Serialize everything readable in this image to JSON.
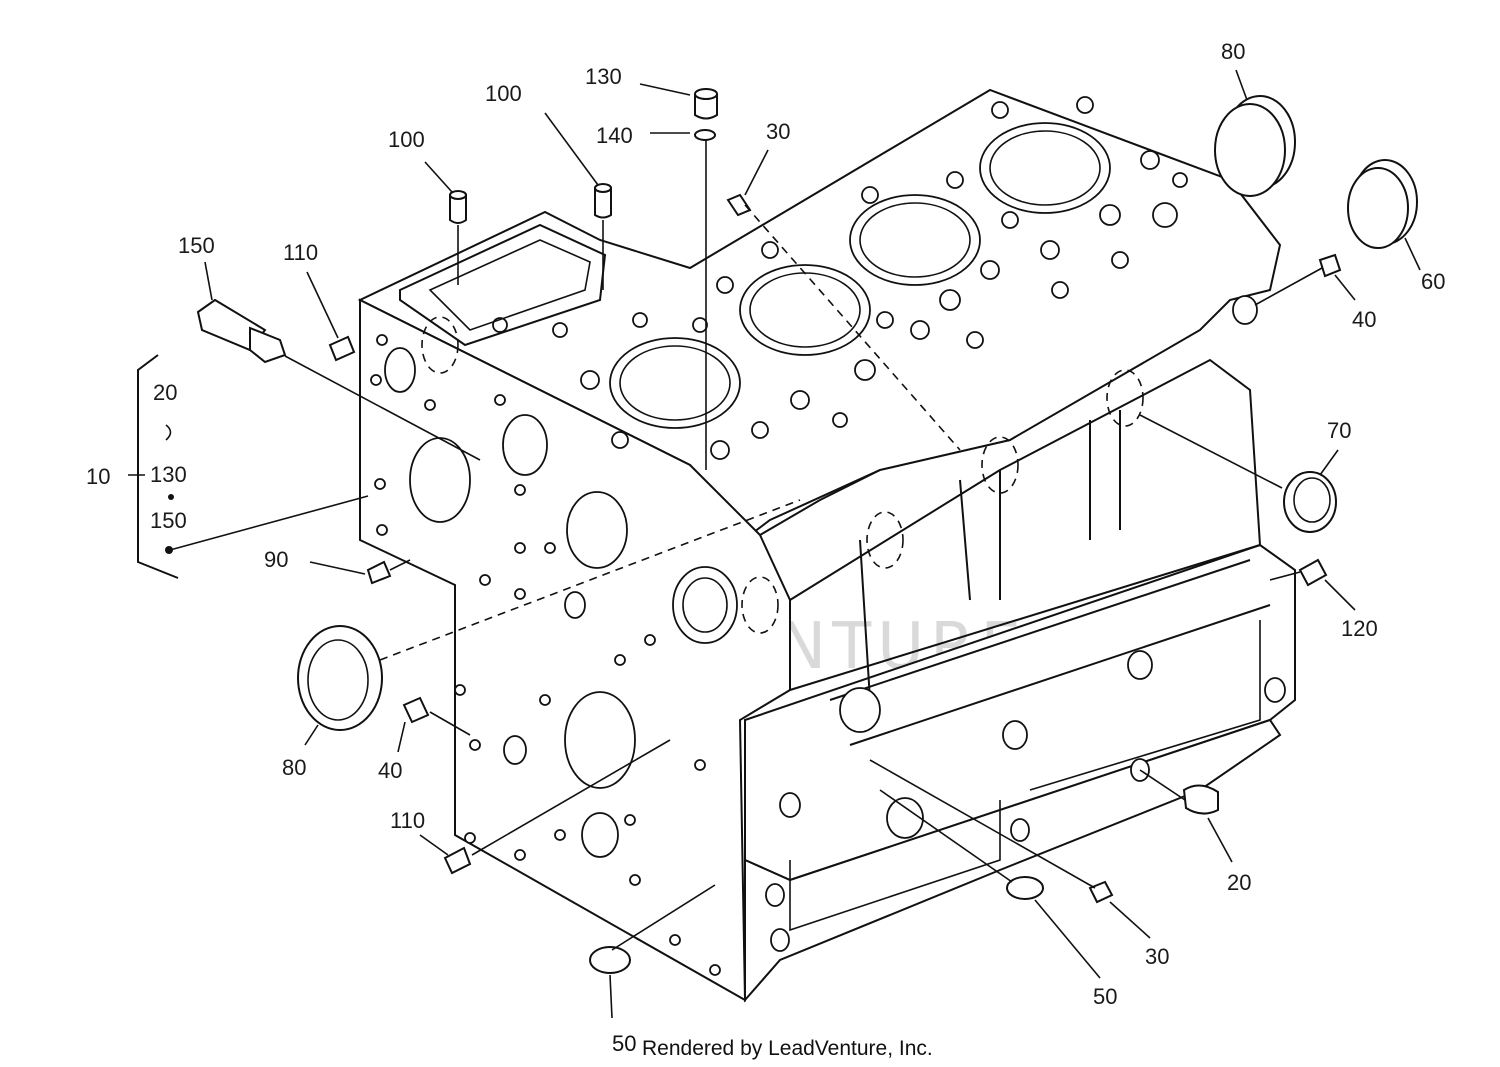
{
  "diagram": {
    "watermark": "LEADVENTURE",
    "footer": {
      "part_number": "50",
      "credit": "Rendered by LeadVenture, Inc."
    },
    "callouts": [
      {
        "id": "c130",
        "text": "130"
      },
      {
        "id": "c100a",
        "text": "100"
      },
      {
        "id": "c100b",
        "text": "100"
      },
      {
        "id": "c140",
        "text": "140"
      },
      {
        "id": "c30a",
        "text": "30"
      },
      {
        "id": "c80a",
        "text": "80"
      },
      {
        "id": "c150",
        "text": "150"
      },
      {
        "id": "c110a",
        "text": "110"
      },
      {
        "id": "c60",
        "text": "60"
      },
      {
        "id": "c40a",
        "text": "40"
      },
      {
        "id": "c70",
        "text": "70"
      },
      {
        "id": "c90",
        "text": "90"
      },
      {
        "id": "c120",
        "text": "120"
      },
      {
        "id": "c80b",
        "text": "80"
      },
      {
        "id": "c40b",
        "text": "40"
      },
      {
        "id": "c110b",
        "text": "110"
      },
      {
        "id": "c20",
        "text": "20"
      },
      {
        "id": "c30b",
        "text": "30"
      },
      {
        "id": "c50",
        "text": "50"
      }
    ],
    "kit_group": {
      "label": "10",
      "items": [
        "20",
        "130",
        "150"
      ]
    }
  }
}
